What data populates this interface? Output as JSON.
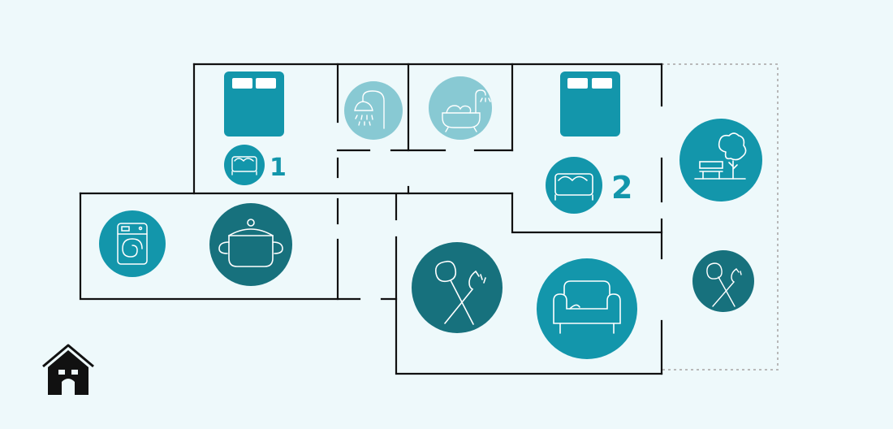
{
  "plan": {
    "bedroom_1_label": "1",
    "bedroom_2_label": "2"
  },
  "colors": {
    "background": "#eef9fb",
    "wall": "#111111",
    "boundary_dashed": "#b9b9b9",
    "teal_dark": "#17717d",
    "teal_mid": "#1396ab",
    "teal_light": "#88c9d3",
    "icon_stroke": "#ffffff"
  },
  "icons": [
    "bed-icon-bedroom-1",
    "bed-small-icon-bedroom-1",
    "shower-icon",
    "bathtub-icon",
    "bed-icon-bedroom-2",
    "bed-small-icon-bedroom-2",
    "garden-bench-tree-icon",
    "washing-machine-icon",
    "cooking-pot-icon",
    "dining-fork-spoon-icon",
    "sofa-icon",
    "terrace-dining-icon",
    "house-icon"
  ]
}
